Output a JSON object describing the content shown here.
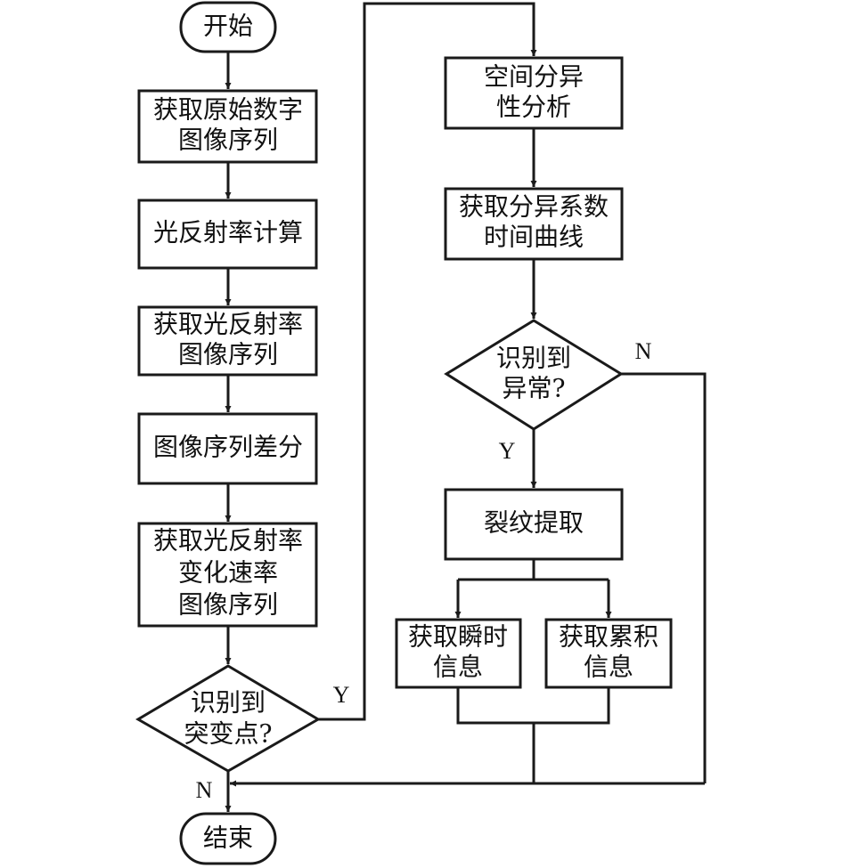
{
  "nodes": {
    "start": [
      "开始"
    ],
    "get_raw": [
      "获取原始数字",
      "图像序列"
    ],
    "reflectance_calc": [
      "光反射率计算"
    ],
    "get_reflectance": [
      "获取光反射率",
      "图像序列"
    ],
    "diff": [
      "图像序列差分"
    ],
    "get_rate": [
      "获取光反射率",
      "变化速率",
      "图像序列"
    ],
    "detect_jump": [
      "识别到",
      "突变点?"
    ],
    "end": [
      "结束"
    ],
    "spatial": [
      "空间分异",
      "性分析"
    ],
    "get_curve": [
      "获取分异系数",
      "时间曲线"
    ],
    "detect_anomaly": [
      "识别到",
      "异常?"
    ],
    "crack": [
      "裂纹提取"
    ],
    "instant": [
      "获取瞬时",
      "信息"
    ],
    "cumulative": [
      "获取累积",
      "信息"
    ]
  },
  "edge_labels": {
    "jump_yes": "Y",
    "jump_no": "N",
    "anomaly_yes": "Y",
    "anomaly_no": "N"
  }
}
